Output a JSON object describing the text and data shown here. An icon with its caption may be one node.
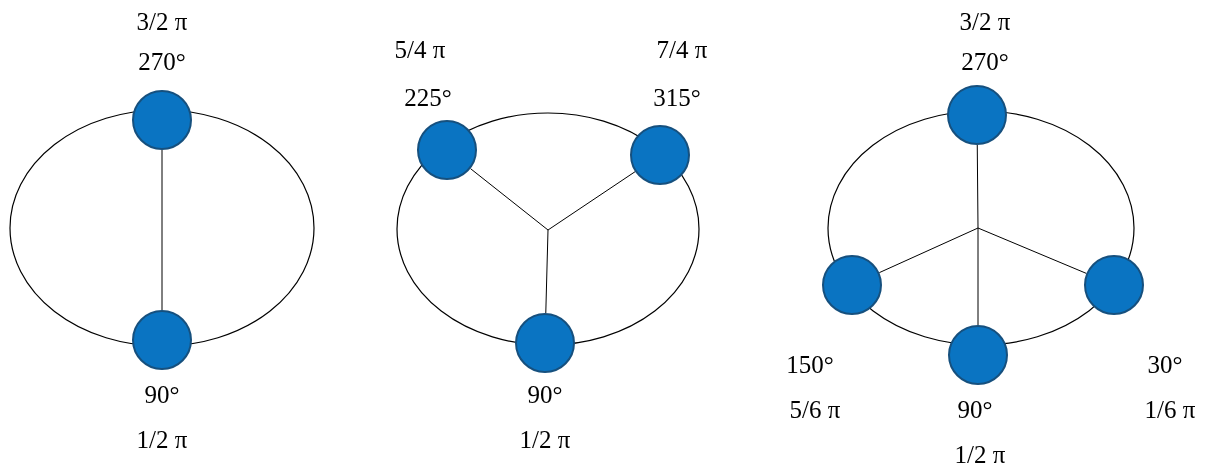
{
  "diagram": {
    "nodes": [
      {
        "text": [],
        "shape": "circle",
        "beside": [
          "3/2 π",
          "270°"
        ]
      },
      {
        "text": [],
        "shape": "circle",
        "beside": [
          "90°",
          "1/2 π"
        ]
      },
      {
        "text": [],
        "shape": "circle",
        "beside": [
          "5/4 π",
          "225°"
        ]
      },
      {
        "text": [],
        "shape": "circle",
        "beside": [
          "7/4 π",
          "315°"
        ]
      },
      {
        "text": [],
        "shape": "circle",
        "beside": [
          "90°",
          "1/2 π"
        ]
      },
      {
        "text": [],
        "shape": "circle",
        "beside": [
          "3/2 π",
          "270°"
        ]
      },
      {
        "text": [],
        "shape": "circle",
        "beside": [
          "150°",
          "5/6 π"
        ]
      },
      {
        "text": [],
        "shape": "circle",
        "beside": [
          "90°",
          "1/2 π"
        ]
      },
      {
        "text": [],
        "shape": "circle",
        "beside": [
          "30°",
          "1/6 π"
        ]
      }
    ],
    "edges": [
      {
        "from": 0,
        "to": 1,
        "arrow": "none"
      },
      {
        "from": 2,
        "to": null,
        "arrow": "none"
      },
      {
        "from": 3,
        "to": null,
        "arrow": "none"
      },
      {
        "from": 4,
        "to": null,
        "arrow": "none"
      },
      {
        "from": 5,
        "to": null,
        "arrow": "none"
      },
      {
        "from": 6,
        "to": null,
        "arrow": "none"
      },
      {
        "from": 7,
        "to": null,
        "arrow": "none"
      },
      {
        "from": 8,
        "to": null,
        "arrow": "none"
      }
    ]
  }
}
